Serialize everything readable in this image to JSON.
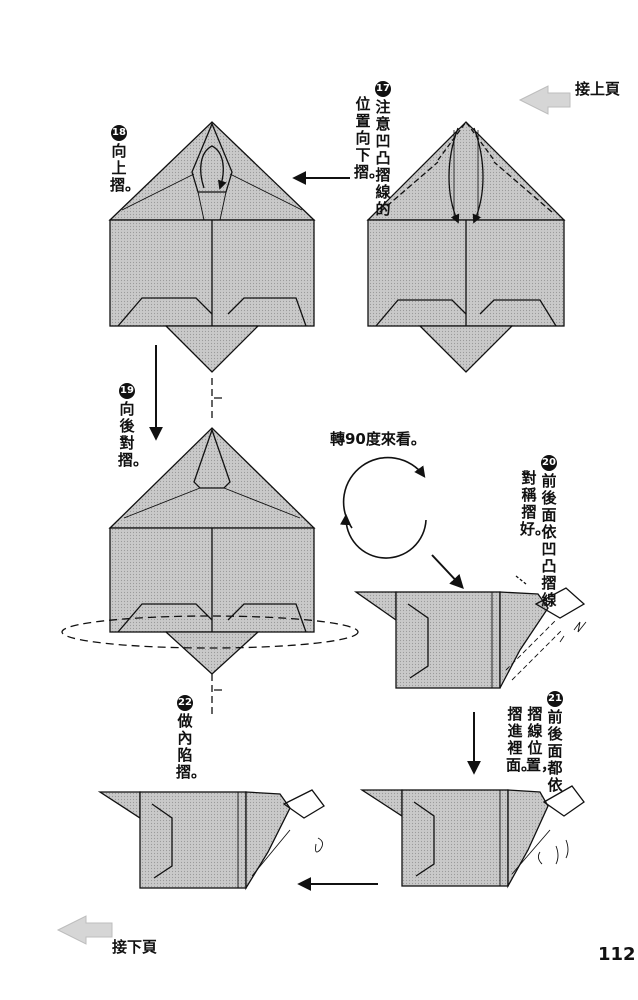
{
  "nav": {
    "prev_label": "接上頁",
    "next_label": "接下頁"
  },
  "page_number": "112",
  "rotate_note": "轉90度來看。",
  "steps": [
    {
      "number": "17",
      "lines": [
        "注意凹凸摺線的",
        "位置向下摺。"
      ]
    },
    {
      "number": "18",
      "lines": [
        "向上摺。"
      ]
    },
    {
      "number": "19",
      "lines": [
        "向後對摺。"
      ]
    },
    {
      "number": "20",
      "lines": [
        "前後面依凹凸摺線",
        "對稱摺好。"
      ]
    },
    {
      "number": "21",
      "lines": [
        "前後面都依",
        "摺線位置，",
        "摺進裡面。"
      ]
    },
    {
      "number": "22",
      "lines": [
        "做內陷摺。"
      ]
    }
  ],
  "colors": {
    "paper_fill": "#c8c8c8",
    "line": "#111111",
    "nav_arrow": "#d6d6d6"
  }
}
